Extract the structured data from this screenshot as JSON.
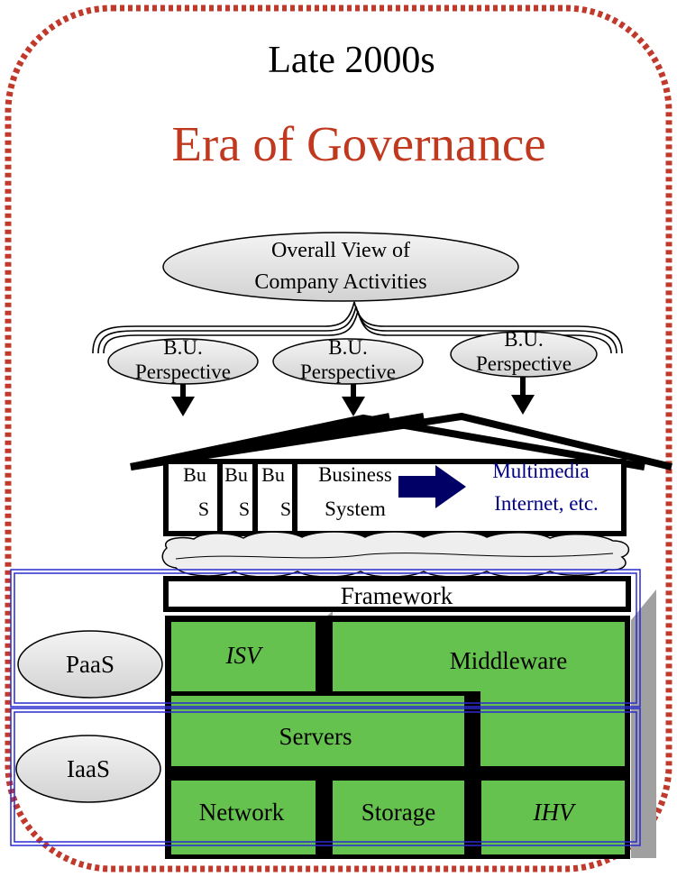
{
  "era_label": "Late 2000s",
  "era_title": "Era of Governance",
  "overall_view": {
    "line1": "Overall View of",
    "line2": "Company Activities"
  },
  "perspectives": [
    {
      "line1": "B.U.",
      "line2": "Perspective"
    },
    {
      "line1": "B.U.",
      "line2": "Perspective"
    },
    {
      "line1": "B.U.",
      "line2": "Perspective"
    }
  ],
  "business_systems": {
    "stacked": [
      {
        "line1": "Bu",
        "line2": "S"
      },
      {
        "line1": "Bu",
        "line2": "S"
      },
      {
        "line1": "Bu",
        "line2": "S"
      }
    ],
    "main": {
      "line1": "Business",
      "line2": "System"
    }
  },
  "multimedia": {
    "line1": "Multimedia",
    "line2": "Internet, etc."
  },
  "layers": {
    "framework": "Framework",
    "isv": "ISV",
    "middleware": "Middleware",
    "servers": "Servers",
    "network": "Network",
    "storage": "Storage",
    "ihv": "IHV"
  },
  "service_tiers": {
    "paas": "PaaS",
    "iaas": "IaaS"
  },
  "colors": {
    "border_dots": "#c0392b",
    "title_red": "#c0391f",
    "layer_green": "#66c24e",
    "tier_blue": "#2a2ad0",
    "arrow_navy": "#000066",
    "multimedia_text": "#000080",
    "ellipse_fill": "#e6e6e6",
    "shadow_gray": "#a0a0a0"
  }
}
